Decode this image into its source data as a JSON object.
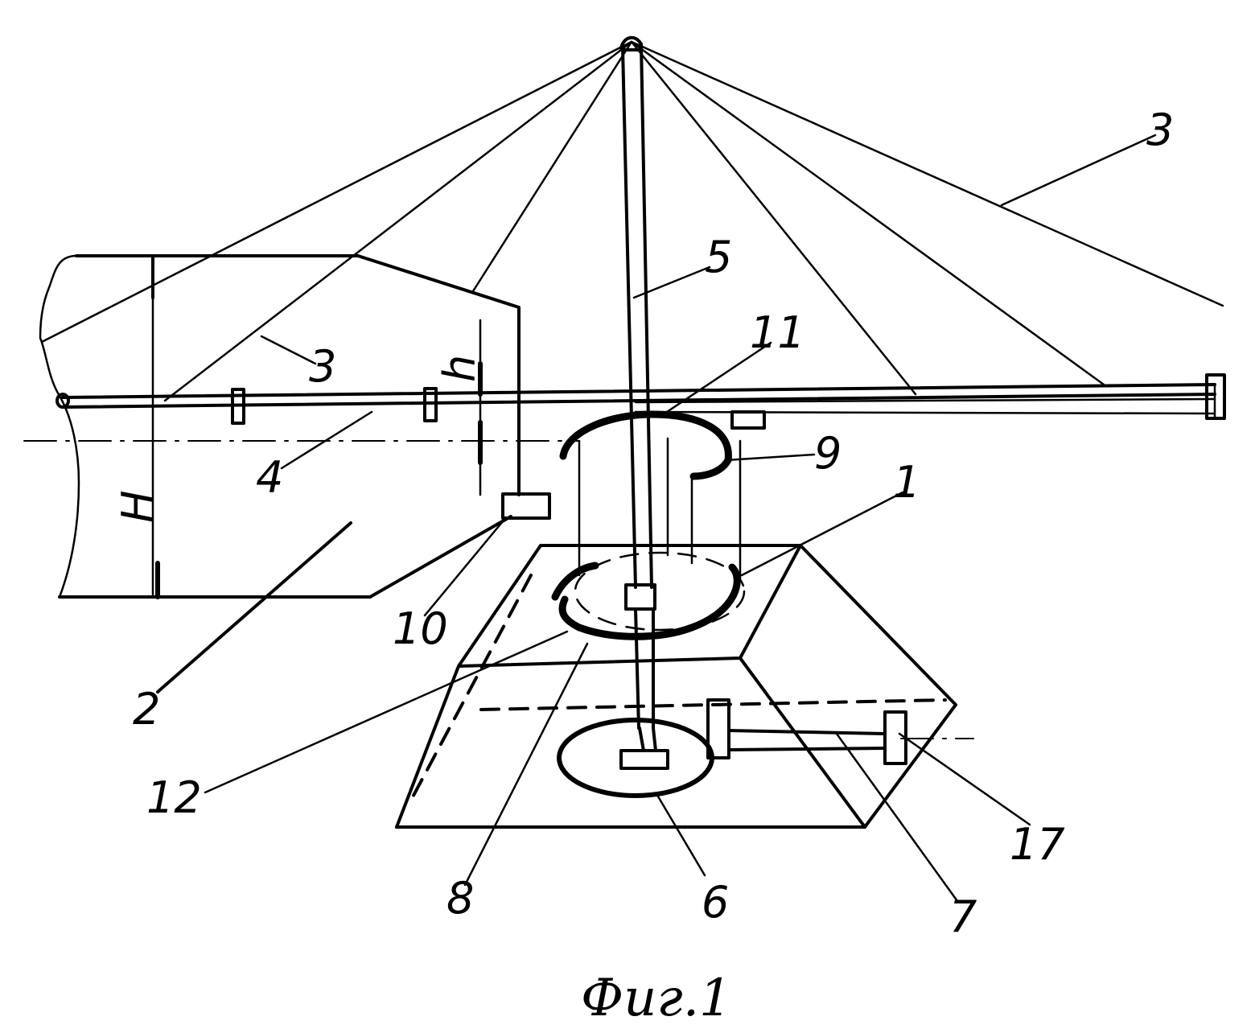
{
  "figure": {
    "caption": "Фиг.1",
    "labels": {
      "l1": "1",
      "l2": "2",
      "l3a": "3",
      "l3b": "3",
      "l4": "4",
      "l5": "5",
      "l6": "6",
      "l7": "7",
      "l8": "8",
      "l9": "9",
      "l10": "10",
      "l11": "11",
      "l12": "12",
      "l17": "17",
      "dimH": "H",
      "dimh": "h"
    }
  }
}
